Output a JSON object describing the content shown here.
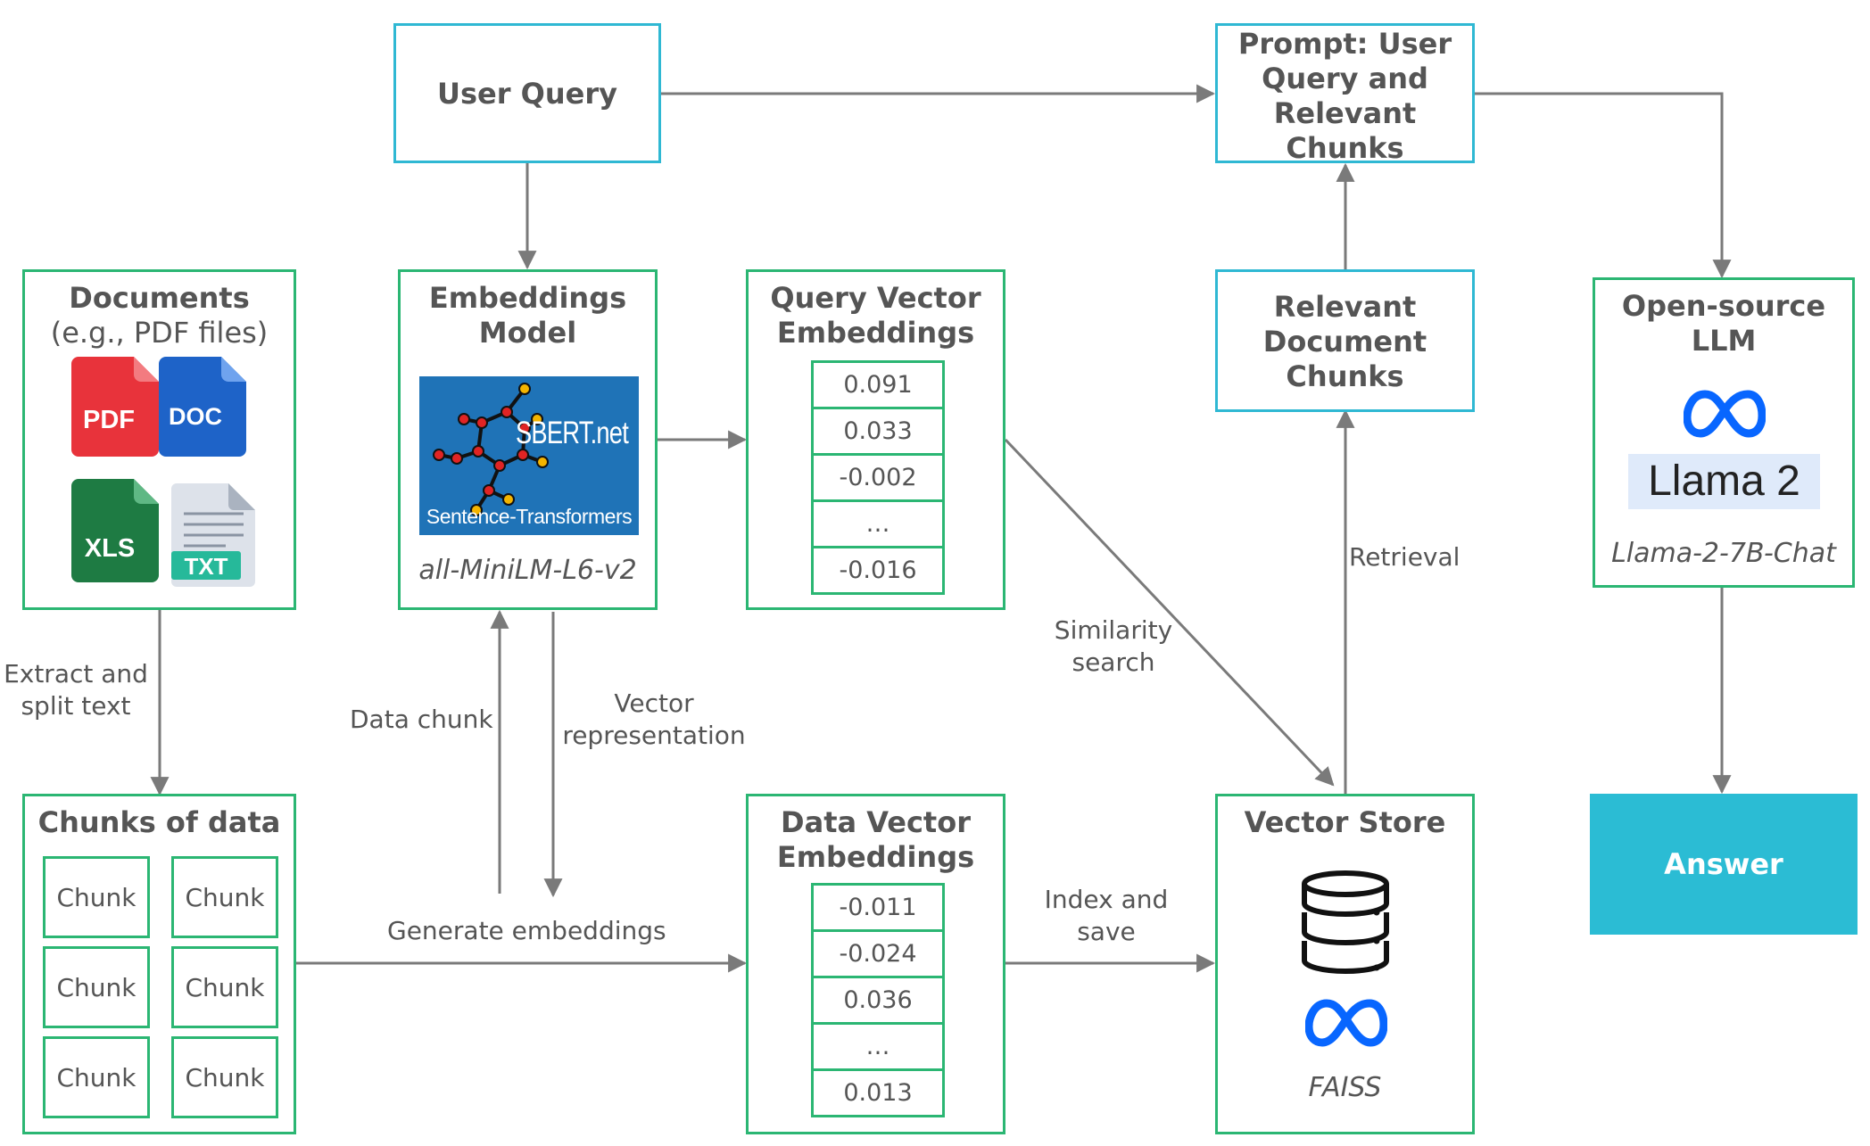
{
  "nodes": {
    "user_query": {
      "title": "User Query"
    },
    "prompt": {
      "lines": [
        "Prompt: User",
        "Query and",
        "Relevant",
        "Chunks"
      ]
    },
    "documents": {
      "title": "Documents",
      "subtitle": "(e.g., PDF files)",
      "file_icons": [
        {
          "label": "PDF",
          "color": "#e8333b"
        },
        {
          "label": "DOC",
          "color": "#1e63c8"
        },
        {
          "label": "XLS",
          "color": "#1e7b43"
        },
        {
          "label": "TXT",
          "color": "#26b99a"
        }
      ]
    },
    "embeddings_model": {
      "lines": [
        "Embeddings",
        "Model"
      ],
      "logo_text": "SBERT.net",
      "logo_caption": "Sentence-Transformers",
      "model_name": "all-MiniLM-L6-v2"
    },
    "query_vector": {
      "lines": [
        "Query Vector",
        "Embeddings"
      ],
      "values": [
        "0.091",
        "0.033",
        "-0.002",
        "…",
        "-0.016"
      ]
    },
    "relevant_chunks": {
      "lines": [
        "Relevant",
        "Document",
        "Chunks"
      ]
    },
    "llm": {
      "lines": [
        "Open-source",
        "LLM"
      ],
      "brand": "Llama 2",
      "model_name": "Llama-2-7B-Chat"
    },
    "chunks_of_data": {
      "title": "Chunks of data",
      "chunk_labels": [
        "Chunk",
        "Chunk",
        "Chunk",
        "Chunk",
        "Chunk",
        "Chunk"
      ]
    },
    "data_vector": {
      "lines": [
        "Data Vector",
        "Embeddings"
      ],
      "values": [
        "-0.011",
        "-0.024",
        "0.036",
        "…",
        "0.013"
      ]
    },
    "vector_store": {
      "title": "Vector Store",
      "tool_name": "FAISS"
    },
    "answer": {
      "label": "Answer"
    }
  },
  "edge_labels": {
    "extract": [
      "Extract and",
      "split text"
    ],
    "data_chunk": "Data chunk",
    "vector_rep": [
      "Vector",
      "representation"
    ],
    "similarity": [
      "Similarity",
      "search"
    ],
    "retrieval": "Retrieval",
    "generate": "Generate embeddings",
    "index_save": [
      "Index and",
      "save"
    ]
  },
  "colors": {
    "green_border": "#2bb673",
    "blue_border": "#2fb8d3",
    "answer_fill": "#2bbcd4",
    "arrow": "#7a7a7a",
    "meta_blue": "#0866ff",
    "sbert_bg": "#1f73b7"
  },
  "icons": [
    "pdf-file-icon",
    "doc-file-icon",
    "xls-file-icon",
    "txt-file-icon",
    "sbert-logo",
    "meta-logo",
    "database-icon"
  ]
}
